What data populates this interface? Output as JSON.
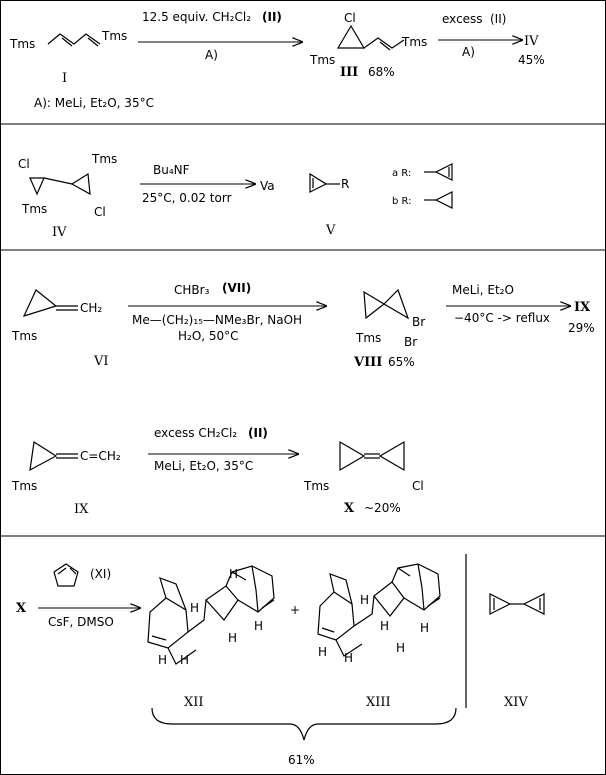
{
  "row1": {
    "reagent": "12.5 equiv. CH₂Cl₂",
    "reagent_ref": "(II)",
    "cond_ref": "A)",
    "excess": "excess",
    "excess_ref": "(II)",
    "cond_ref2": "A)",
    "product_iv": "IV",
    "yield_iv": "45%",
    "start_label": "I",
    "product_label": "III",
    "yield_iii": "68%",
    "tms": "Tms",
    "cl": "Cl",
    "conditions_note": "A):  MeLi,   Et₂O,   35°C"
  },
  "row2": {
    "reagent": "Bu₄NF",
    "conditions": "25°C,  0.02 torr",
    "product": "Va",
    "start_label": "IV",
    "product_label": "V",
    "r_label": "R",
    "a_label": "a  R:",
    "b_label": "b  R:",
    "tms": "Tms",
    "cl": "Cl"
  },
  "row3": {
    "reagent": "CHBr₃",
    "reagent_ref": "(VII)",
    "cond1": "Me—(CH₂)₁₅—NMe₃Br,  NaOH",
    "cond2": "H₂O,   50°C",
    "reagent2": "MeLi,    Et₂O",
    "cond3": "−40°C  -> reflux",
    "product": "IX",
    "yield_ix": "29%",
    "start_label": "VI",
    "product_label": "VIII",
    "yield_viii": "65%",
    "ch2": "CH₂",
    "tms": "Tms",
    "br": "Br"
  },
  "row4": {
    "reagent": "excess  CH₂Cl₂",
    "reagent_ref": "(II)",
    "conditions": "MeLi,   Et₂O,    35°C",
    "start_label": "IX",
    "product_label": "X",
    "yield_x": "~20%",
    "allene": "C=CH₂",
    "tms": "Tms",
    "cl": "Cl"
  },
  "row5": {
    "start": "X",
    "reagent_ref": "(XI)",
    "conditions": "CsF,   DMSO",
    "plus": "+",
    "label_xii": "XII",
    "label_xiii": "XIII",
    "label_xiv": "XIV",
    "yield": "61%",
    "h": "H"
  }
}
